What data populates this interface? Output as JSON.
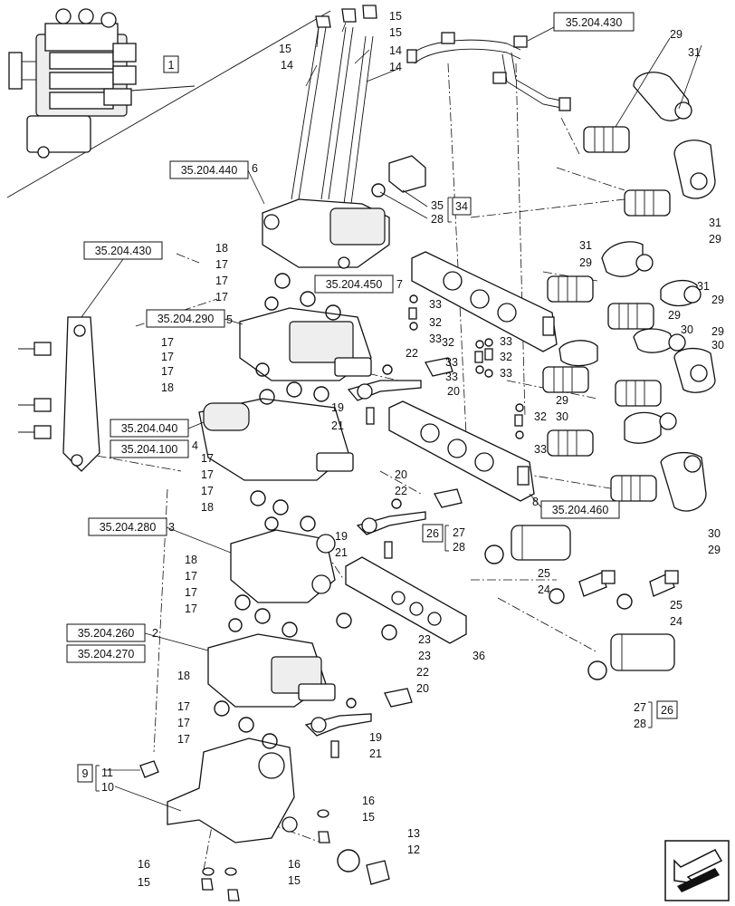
{
  "refs": {
    "r_430_top": "35.204.430",
    "r_440": "35.204.440",
    "r_430_left": "35.204.430",
    "r_450": "35.204.450",
    "r_290": "35.204.290",
    "r_040": "35.204.040",
    "r_100": "35.204.100",
    "r_280": "35.204.280",
    "r_260": "35.204.260",
    "r_270": "35.204.270",
    "r_460": "35.204.460"
  },
  "group_boxes": {
    "g1": "1",
    "g34": "34",
    "g26a": "26",
    "g26b": "26",
    "g9": "9"
  },
  "callouts": {
    "c29a": "29",
    "c31a": "31",
    "c15a": "15",
    "c15b": "15",
    "c15c": "15",
    "c14a": "14",
    "c14b": "14",
    "c14c": "14",
    "c6": "6",
    "c35": "35",
    "c28a": "28",
    "c31b": "31",
    "c29b": "29",
    "c31c": "31",
    "c29c": "29",
    "c7": "7",
    "c18a": "18",
    "c17a": "17",
    "c17b": "17",
    "c17c": "17",
    "c5": "5",
    "c33a": "33",
    "c32a": "32",
    "c33b": "33",
    "c31d": "31",
    "c29d": "29",
    "c29e": "29",
    "c30a": "30",
    "c17d": "17",
    "c17e": "17",
    "c17f": "17",
    "c18b": "18",
    "c22a": "22",
    "c33c": "33",
    "c32b": "32",
    "c32c": "32",
    "c33d": "33",
    "c33e": "33",
    "c33f": "33",
    "c19a": "19",
    "c20a": "20",
    "c29f": "29",
    "c30b": "30",
    "c21a": "21",
    "c4": "4",
    "c30c": "30",
    "c29g": "29",
    "c32d": "32",
    "c33g": "33",
    "c17g": "17",
    "c17h": "17",
    "c17i": "17",
    "c18c": "18",
    "c20b": "20",
    "c22b": "22",
    "c8": "8",
    "c3": "3",
    "c19b": "19",
    "c21b": "21",
    "c27a": "27",
    "c28b": "28",
    "c30d": "30",
    "c29h": "29",
    "c18d": "18",
    "c17j": "17",
    "c17k": "17",
    "c17l": "17",
    "c25a": "25",
    "c24a": "24",
    "c25b": "25",
    "c24b": "24",
    "c23a": "23",
    "c23b": "23",
    "c2": "2",
    "c36": "36",
    "c22c": "22",
    "c20c": "20",
    "c18e": "18",
    "c17m": "17",
    "c17n": "17",
    "c17o": "17",
    "c19c": "19",
    "c21c": "21",
    "c27b": "27",
    "c28c": "28",
    "c11": "11",
    "c10": "10",
    "c16a": "16",
    "c15d": "15",
    "c13": "13",
    "c12": "12",
    "c16b": "16",
    "c15e": "15",
    "c16c": "16",
    "c15f": "15"
  }
}
